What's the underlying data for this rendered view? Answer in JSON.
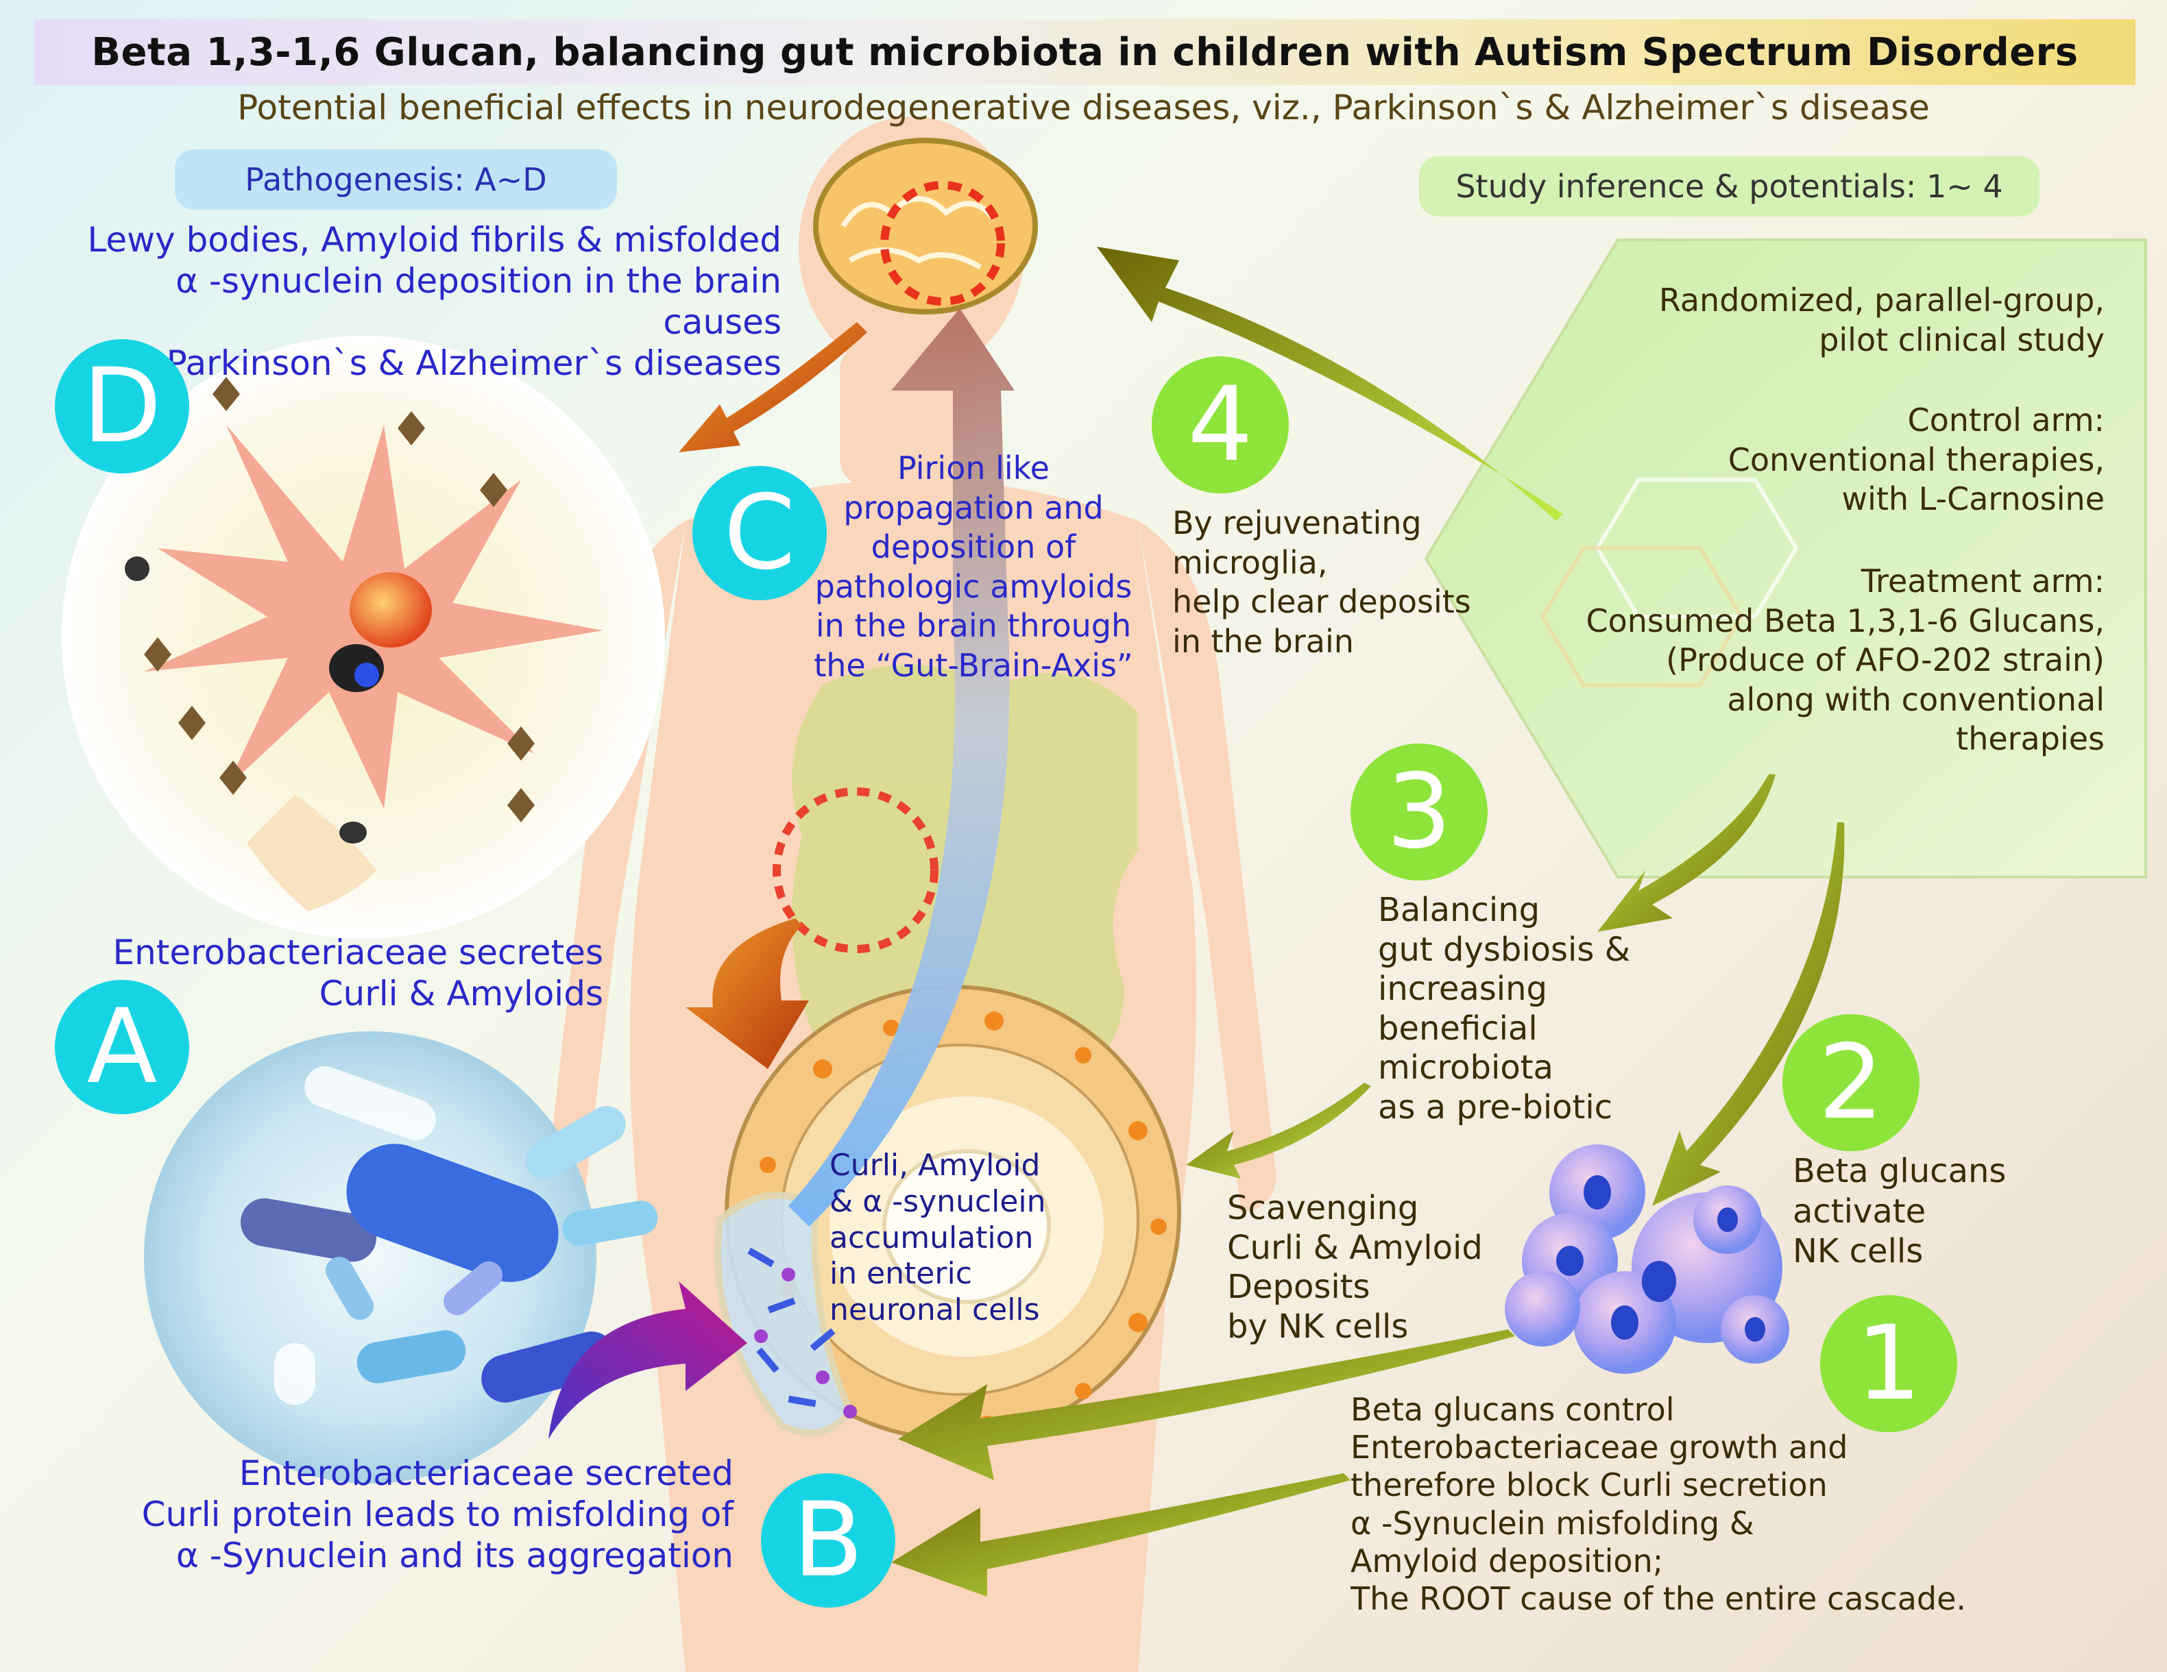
{
  "title": "Beta 1,3-1,6 Glucan, balancing gut microbiota in children with Autism Spectrum Disorders",
  "subtitle": "Potential beneficial effects in neurodegenerative diseases, viz., Parkinson`s & Alzheimer`s disease",
  "pathogenesis_label": "Pathogenesis: A~D",
  "study_label": "Study inference & potentials: 1~ 4",
  "badges": {
    "A": "A",
    "B": "B",
    "C": "C",
    "D": "D",
    "n1": "1",
    "n2": "2",
    "n3": "3",
    "n4": "4"
  },
  "text_D": [
    "Lewy bodies, Amyloid fibrils & misfolded",
    "α -synuclein deposition in the brain causes",
    "Parkinson`s & Alzheimer`s diseases"
  ],
  "text_A": [
    "Enterobacteriaceae secretes",
    "Curli & Amyloids"
  ],
  "text_B": [
    "Enterobacteriaceae secreted",
    "Curli protein leads to misfolding of",
    "α -Synuclein and its aggregation"
  ],
  "text_C": [
    "Pirion like",
    "propagation and",
    "deposition of",
    "pathologic amyloids",
    "in the brain through",
    "the “Gut-Brain-Axis”"
  ],
  "text_gut": [
    "Curli, Amyloid",
    "& α -synuclein",
    "accumulation",
    "in enteric",
    "neuronal cells"
  ],
  "text_4": [
    "By rejuvenating",
    "microglia,",
    "help clear deposits",
    "in the brain"
  ],
  "text_3": [
    "Balancing",
    "gut dysbiosis &",
    "increasing",
    "beneficial",
    "microbiota",
    "as a pre-biotic"
  ],
  "text_2": [
    "Beta glucans",
    "activate",
    "NK cells"
  ],
  "text_scav": [
    "Scavenging",
    "Curli & Amyloid",
    "Deposits",
    "by NK cells"
  ],
  "text_1": [
    "Beta glucans control",
    "Enterobacteriaceae growth and",
    "therefore block Curli secretion",
    "α -Synuclein misfolding &",
    "Amyloid deposition;",
    "The ROOT cause of the entire cascade."
  ],
  "study": {
    "design": [
      "Randomized, parallel-group,",
      "pilot clinical study"
    ],
    "control": [
      "Control arm:",
      "Conventional therapies,",
      "with L-Carnosine"
    ],
    "treatment": [
      "Treatment arm:",
      "Consumed Beta 1,3,1-6 Glucans,",
      "(Produce of AFO-202 strain)",
      "along with conventional",
      "therapies"
    ]
  },
  "colors": {
    "cyan_badge": "#17d4e4",
    "green_badge": "#8ee43a",
    "blue_text": "#2828c8",
    "dark_text": "#3a2c08"
  }
}
